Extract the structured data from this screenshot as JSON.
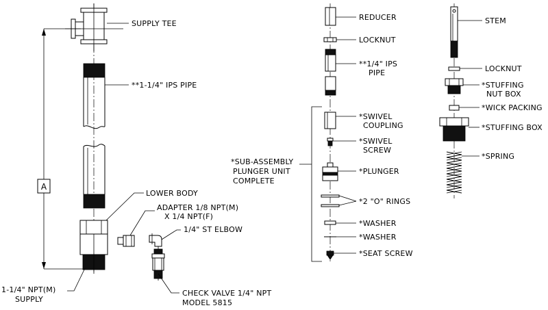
{
  "labels": {
    "supply_tee": "SUPPLY TEE",
    "ips_pipe_main": "**1-1/4\" IPS PIPE",
    "dimension_a": "A",
    "lower_body": "LOWER BODY",
    "adapter_line1": "ADAPTER 1/8 NPT(M)",
    "adapter_line2": "X 1/4 NPT(F)",
    "st_elbow": "1/4\" ST ELBOW",
    "npt_supply_line1": "1-1/4\" NPT(M)",
    "npt_supply_line2": "SUPPLY",
    "check_valve_line1": "CHECK VALVE 1/4\" NPT",
    "check_valve_line2": "MODEL 5815",
    "reducer": "REDUCER",
    "locknut_1": "LOCKNUT",
    "ips_pipe_small_line1": "**1/4\" IPS",
    "ips_pipe_small_line2": "PIPE",
    "swivel_coupling_line1": "*SWIVEL",
    "swivel_coupling_line2": "COUPLING",
    "swivel_screw_line1": "*SWIVEL",
    "swivel_screw_line2": "SCREW",
    "sub_assembly_line1": "*SUB-ASSEMBLY",
    "sub_assembly_line2": "PLUNGER UNIT",
    "sub_assembly_line3": "COMPLETE",
    "plunger": "*PLUNGER",
    "o_rings": "*2 \"O\" RINGS",
    "washer_1": "*WASHER",
    "washer_2": "*WASHER",
    "seat_screw": "*SEAT SCREW",
    "stem": "STEM",
    "locknut_2": "LOCKNUT",
    "stuffing_nut_box_line1": "*STUFFING",
    "stuffing_nut_box_line2": "NUT BOX",
    "wick_packing": "*WICK PACKING",
    "stuffing_box": "*STUFFING BOX",
    "spring": "*SPRING"
  }
}
